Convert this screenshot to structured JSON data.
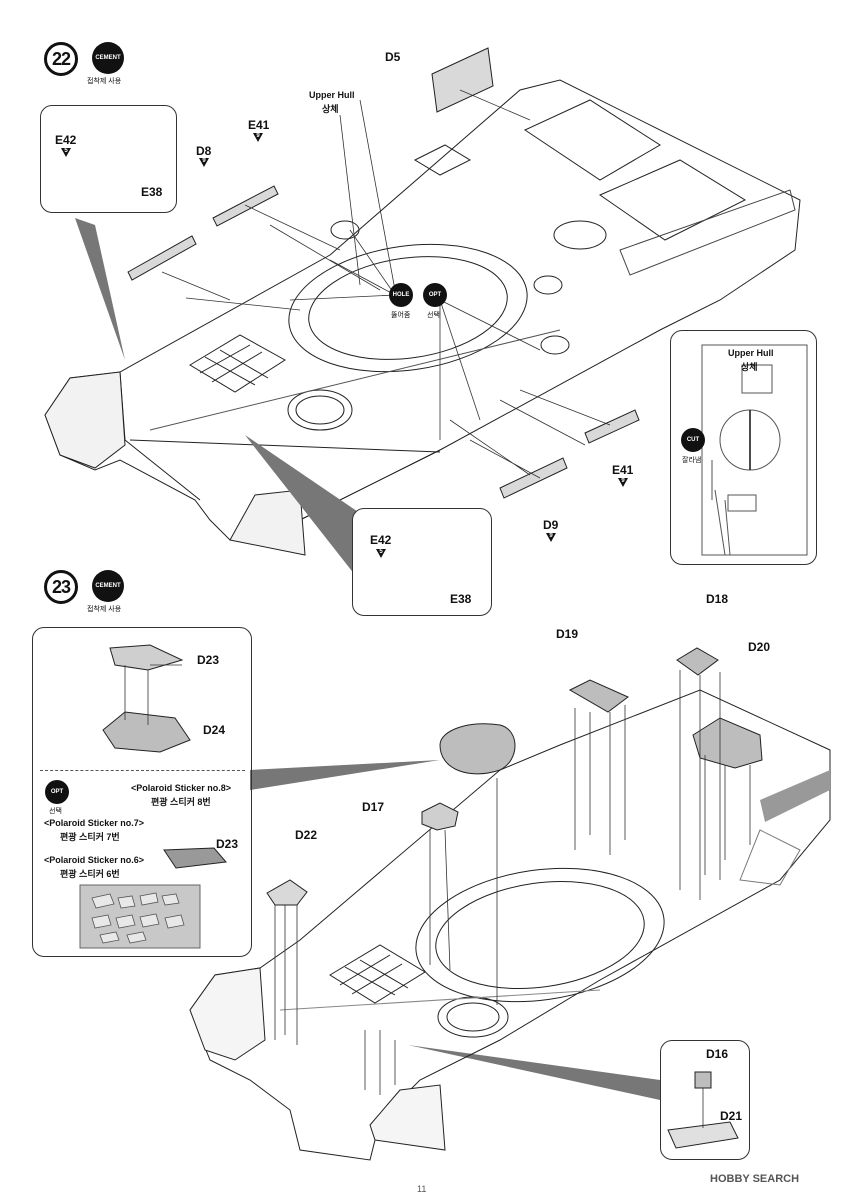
{
  "page_number": "11",
  "step22": {
    "number": "22",
    "cement_badge": "CEMENT",
    "cement_note": "접착제 사용",
    "upper_hull_en": "Upper Hull",
    "upper_hull_ko": "상체",
    "hole_badge": "HOLE",
    "hole_note": "뚫어줌",
    "opt_badge": "OPT",
    "opt_note": "선택",
    "parts": {
      "D5": "D5",
      "E41_top": "E41",
      "E41_top_qty": "9",
      "D8": "D8",
      "D8_qty": "9",
      "E42_a": "E42",
      "E42_a_qty": "5",
      "E38_a": "E38",
      "E41_right": "E41",
      "E41_right_qty": "9",
      "D9": "D9",
      "D9_qty": "9",
      "E42_b": "E42",
      "E42_b_qty": "5",
      "E38_b": "E38"
    },
    "inset": {
      "title_en": "Upper Hull",
      "title_ko": "상체",
      "cut_badge": "CUT",
      "cut_note": "잘라냄"
    }
  },
  "step23": {
    "number": "23",
    "cement_badge": "CEMENT",
    "cement_note": "접착제 사용",
    "parts": {
      "D23_top": "D23",
      "D24": "D24",
      "D23_bottom": "D23",
      "D19": "D19",
      "D18": "D18",
      "D20": "D20",
      "D17": "D17",
      "D22": "D22",
      "D16": "D16",
      "D21": "D21"
    },
    "opt_badge": "OPT",
    "opt_note": "선택",
    "sticker8_en": "<Polaroid Sticker no.8>",
    "sticker8_ko": "편광 스티커 8번",
    "sticker7_en": "<Polaroid Sticker no.7>",
    "sticker7_ko": "편광 스티커 7번",
    "sticker6_en": "<Polaroid Sticker no.6>",
    "sticker6_ko": "편광 스티커 6번"
  },
  "watermark": "HOBBY SEARCH"
}
